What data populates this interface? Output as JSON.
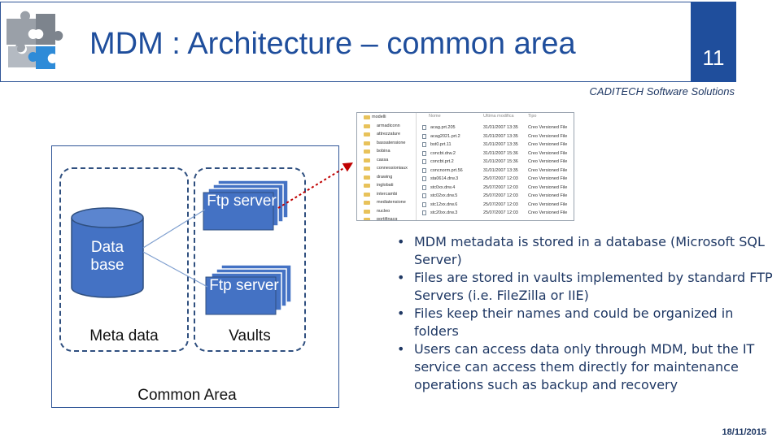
{
  "header": {
    "title": "MDM : Architecture – common area",
    "slide_number": "11",
    "company": "CADITECH Software Solutions"
  },
  "diagram": {
    "db_label": "Data base",
    "ftp_label_1": "Ftp server",
    "ftp_label_2": "Ftp server",
    "meta_label": "Meta data",
    "vaults_label": "Vaults",
    "common_area_label": "Common Area"
  },
  "explorer": {
    "columns": [
      "Nome",
      "Ultima modifica",
      "Tipo"
    ],
    "folders": [
      "modelli",
      "armadiconn",
      "attrezzature",
      "bassatensione",
      "bobina",
      "cassa",
      "connessioniaux",
      "drawing",
      "inglobati",
      "intercambi",
      "mediatensione",
      "nucleo",
      "portifinacq"
    ],
    "files": [
      {
        "name": "acag.prt.205",
        "date": "31/01/2007 13:35",
        "type": "Creo Versioned File"
      },
      {
        "name": "acag2021.prt.2",
        "date": "31/01/2007 13:35",
        "type": "Creo Versioned File"
      },
      {
        "name": "bst0.prt.11",
        "date": "31/01/2007 13:35",
        "type": "Creo Versioned File"
      },
      {
        "name": "concbt.drw.2",
        "date": "31/01/2007 15:36",
        "type": "Creo Versioned File"
      },
      {
        "name": "concbt.prt.2",
        "date": "31/01/2007 15:36",
        "type": "Creo Versioned File"
      },
      {
        "name": "concnorm.prt.56",
        "date": "31/01/2007 13:35",
        "type": "Creo Versioned File"
      },
      {
        "name": "sta0614.drw.3",
        "date": "25/07/2007 12:03",
        "type": "Creo Versioned File"
      },
      {
        "name": "stc0xx.drw.4",
        "date": "25/07/2007 12:03",
        "type": "Creo Versioned File"
      },
      {
        "name": "stc02xx.drw.5",
        "date": "25/07/2007 12:03",
        "type": "Creo Versioned File"
      },
      {
        "name": "stc12xx.drw.6",
        "date": "25/07/2007 12:03",
        "type": "Creo Versioned File"
      },
      {
        "name": "stc20xx.drw.3",
        "date": "25/07/2007 12:03",
        "type": "Creo Versioned File"
      }
    ]
  },
  "bullets": [
    "MDM metadata is stored in a database (Microsoft SQL Server)",
    "Files are stored in vaults implemented by standard FTP Servers (i.e. FileZilla or IIE)",
    "Files keep their names and could be organized in folders",
    "Users can access data only through MDM, but the IT service can access them directly for maintenance operations such as backup and recovery"
  ],
  "footer": {
    "date": "18/11/2015"
  },
  "colors": {
    "accent": "#1f4e9c",
    "shape_fill": "#4472c4",
    "shape_stroke": "#2f4f7f",
    "arrow": "#c00000"
  },
  "icons": {
    "logo": "puzzle-pieces-logo"
  }
}
